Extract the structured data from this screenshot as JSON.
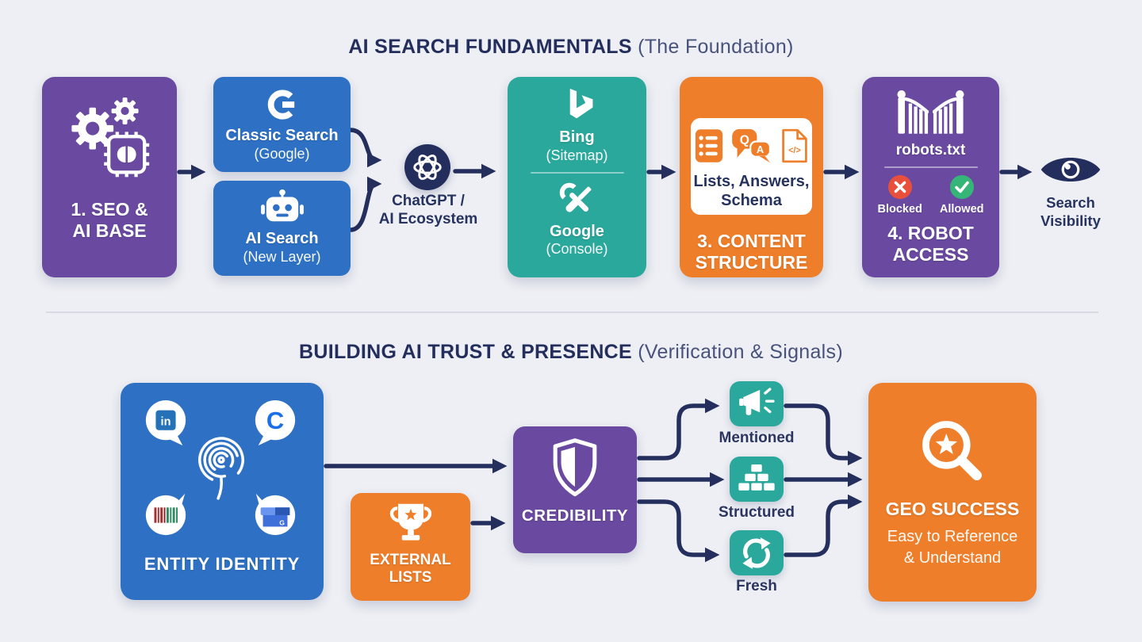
{
  "colors": {
    "background": "#edeff4",
    "purple": "#6a4aa1",
    "blue": "#2e71c4",
    "teal": "#2aa89c",
    "orange": "#ee7e2a",
    "navy": "#232e5c",
    "arrow": "#252f5e",
    "blocked_red": "#e8503c",
    "allowed_green": "#35b678"
  },
  "section1": {
    "title": "AI SEARCH FUNDAMENTALS",
    "title_suffix": " (The Foundation)",
    "seo_base": {
      "line1": "1. SEO &",
      "line2": "AI BASE"
    },
    "classic_search": {
      "name": "Classic Search",
      "sub": "(Google)"
    },
    "ai_search": {
      "name": "AI Search",
      "sub": "(New Layer)"
    },
    "chatgpt": {
      "line1": "ChatGPT /",
      "line2": "AI Ecosystem"
    },
    "bing": {
      "name": "Bing",
      "sub": "(Sitemap)"
    },
    "google_console": {
      "name": "Google",
      "sub": "(Console)"
    },
    "content_structure": {
      "card_line1": "Lists, Answers,",
      "card_line2": "Schema",
      "line1": "3. CONTENT",
      "line2": "STRUCTURE"
    },
    "robot_access": {
      "file": "robots.txt",
      "blocked": "Blocked",
      "allowed": "Allowed",
      "line1": "4. ROBOT",
      "line2": "ACCESS"
    },
    "search_visibility": {
      "line1": "Search",
      "line2": "Visibility"
    }
  },
  "section2": {
    "title": "BUILDING AI TRUST & PRESENCE",
    "title_suffix": " (Verification & Signals)",
    "entity_identity": {
      "label": "ENTITY IDENTITY"
    },
    "external_lists": {
      "line1": "EXTERNAL",
      "line2": "LISTS"
    },
    "credibility": {
      "label": "CREDIBILITY"
    },
    "signals": [
      {
        "label": "Mentioned"
      },
      {
        "label": "Structured"
      },
      {
        "label": "Fresh"
      }
    ],
    "geo_success": {
      "title": "GEO SUCCESS",
      "sub_line1": "Easy to Reference",
      "sub_line2": "& Understand"
    }
  },
  "icon_text": {
    "qa_q": "Q",
    "qa_a": "A",
    "code": "</>",
    "linkedin": "in",
    "c_badge": "C",
    "gmb_g": "G"
  }
}
